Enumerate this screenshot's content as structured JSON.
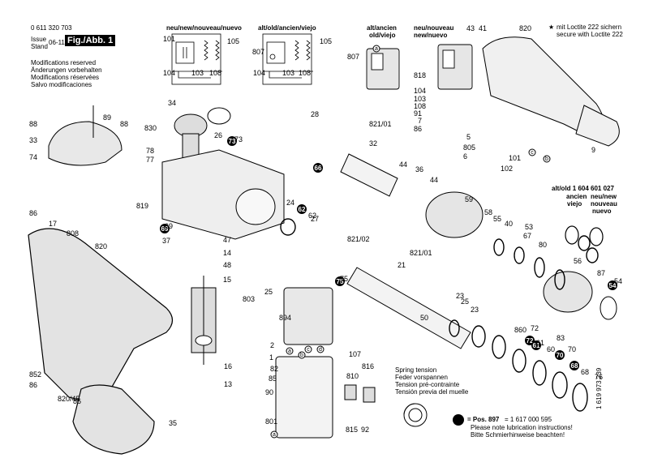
{
  "header": {
    "doc_number": "0 611 320 703",
    "issue_label": "Issue",
    "stand_label": "Stand",
    "issue_date": "06-11-07",
    "fig_badge": "Fig./Abb. 1",
    "mods": [
      "Modifications reserved",
      "Änderungen vorbehalten",
      "Modifications réservées",
      "Salvo modificaciones"
    ]
  },
  "top_right_note": {
    "mark": "★",
    "line1": "mit Loctite 222 sichern",
    "line2": "secure with Loctite 222"
  },
  "inset_captions": {
    "new_circuit": "neu/new/nouveau/nuevo",
    "old_circuit": "alt/old/ancien/viejo",
    "old_switch": [
      "alt/ancien",
      "old/viejo"
    ],
    "new_switch": [
      "neu/nouveau",
      "new/nuevo"
    ]
  },
  "alt_part": {
    "title": "alt/old 1 604 601 027",
    "ancien": [
      "ancien",
      "viejo"
    ],
    "neu": [
      "neu/new",
      "nouveau",
      "nuevo"
    ]
  },
  "spring_note": [
    "Spring tension",
    "Feder vorspannen",
    "Tension pré-contrainte",
    "Tensión previa del muelle"
  ],
  "lubrication_note": {
    "pos": "= Pos. 897",
    "pos_number": "= 1 617 000 595",
    "lines": [
      "Please note lubrication instructions!",
      "Bitte Schmierhinweise beachten!"
    ]
  },
  "vertical_code": "1 619 973 239",
  "part_labels": [
    "101",
    "105",
    "103",
    "108",
    "104",
    "807",
    "105",
    "103",
    "108",
    "104",
    "820",
    "43",
    "41",
    "807",
    "818",
    "104",
    "103",
    "108",
    "91",
    "86",
    "7",
    "5",
    "805",
    "6",
    "101",
    "102",
    "9",
    "89",
    "88",
    "88",
    "33",
    "74",
    "34",
    "830",
    "26",
    "73",
    "78",
    "77",
    "28",
    "821/01",
    "32",
    "44",
    "36",
    "44",
    "59",
    "58",
    "55",
    "40",
    "53",
    "67",
    "80",
    "56",
    "87",
    "54",
    "819",
    "69",
    "37",
    "47",
    "14",
    "48",
    "15",
    "803",
    "86",
    "17",
    "808",
    "820",
    "24",
    "62",
    "27",
    "821/02",
    "821/01",
    "21",
    "23",
    "25",
    "23",
    "50",
    "75",
    "72",
    "61",
    "60",
    "70",
    "68",
    "76",
    "83",
    "860",
    "25",
    "894",
    "2",
    "1",
    "82",
    "85",
    "90",
    "801",
    "107",
    "816",
    "810",
    "815",
    "92",
    "16",
    "13",
    "35",
    "852",
    "86",
    "820/45",
    "86",
    "9"
  ]
}
